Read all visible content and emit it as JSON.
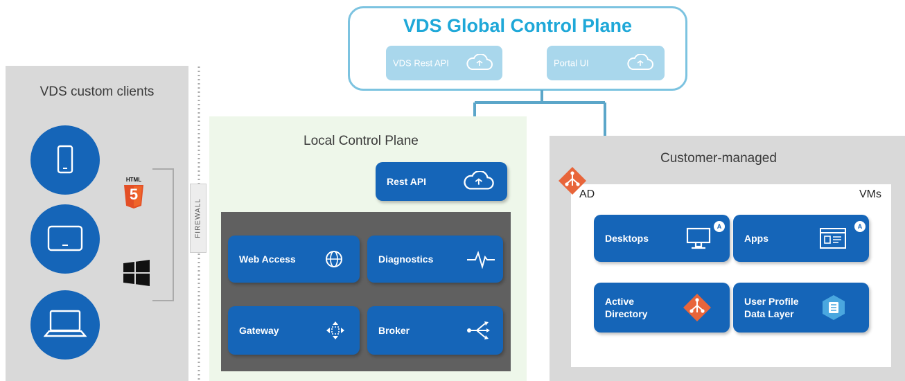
{
  "global": {
    "title": "VDS Global Control Plane",
    "rest_api": "VDS Rest API",
    "portal_ui": "Portal UI"
  },
  "clients": {
    "title": "VDS custom clients",
    "firewall": "FIREWALL",
    "html_badge": "HTML",
    "html_digit": "5"
  },
  "local": {
    "title": "Local Control Plane",
    "rest_api": "Rest API",
    "web_access": "Web Access",
    "diagnostics": "Diagnostics",
    "gateway": "Gateway",
    "broker": "Broker"
  },
  "customer": {
    "title": "Customer-managed",
    "ad": "AD",
    "vms": "VMs",
    "desktops": "Desktops",
    "apps": "Apps",
    "active_directory_1": "Active",
    "active_directory_2": "Directory",
    "user_profile_1": "User Profile",
    "user_profile_2": "Data Layer",
    "badge": "A"
  },
  "colors": {
    "tile_blue": "#1565b8",
    "light_tile": "#a9d7ec",
    "cyan": "#1fa8d8",
    "arrow": "#5ba6c9",
    "ad_orange": "#e8653a"
  }
}
